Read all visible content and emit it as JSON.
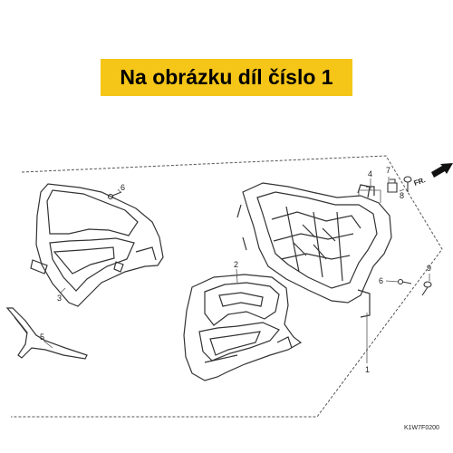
{
  "banner": {
    "text": "Na obrázku díl číslo 1",
    "color": "#f5c518"
  },
  "callouts": [
    "1",
    "2",
    "3",
    "4",
    "5",
    "6",
    "6",
    "7",
    "8",
    "9"
  ],
  "direction_label": "FR.",
  "diagram_code": "K1W7F0200"
}
